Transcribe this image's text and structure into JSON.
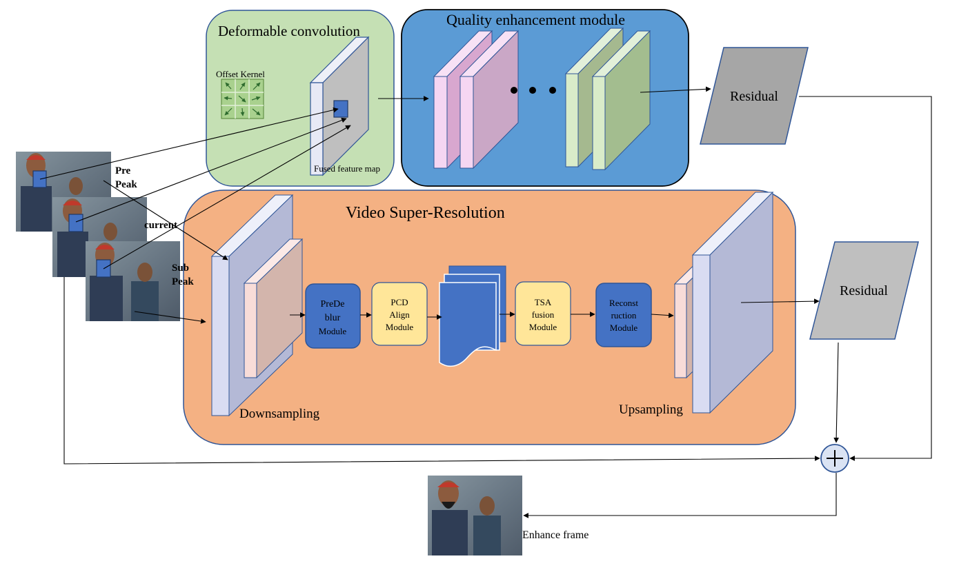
{
  "deformable": {
    "title": "Deformable convolution",
    "offset_kernel_label": "Offset Kernel",
    "fused_label": "Fused feature map"
  },
  "qe": {
    "title": "Quality enhancement module"
  },
  "residual_top": {
    "label": "Residual"
  },
  "residual_bottom": {
    "label": "Residual"
  },
  "vsr": {
    "title": "Video Super-Resolution",
    "downsampling_label": "Downsampling",
    "upsampling_label": "Upsampling",
    "modules": {
      "predeblur": [
        "PreDe",
        "blur",
        "Module"
      ],
      "pcd": [
        "PCD",
        "Align",
        "Module"
      ],
      "tsa": [
        "TSA",
        "fusion",
        "Module"
      ],
      "reconst": [
        "Reconst",
        "ruction",
        "Module"
      ]
    }
  },
  "frames": {
    "pre_peak": [
      "Pre",
      "Peak"
    ],
    "current": "current",
    "sub_peak": [
      "Sub",
      "Peak"
    ]
  },
  "output": {
    "label": "Enhance frame",
    "sum_symbol": "+"
  },
  "colors": {
    "deform_bg": "#c5e0b4",
    "qe_bg": "#5b9bd5",
    "vsr_bg": "#f4b183",
    "module_dark": "#4472c4",
    "module_light": "#ffe699",
    "residual": "#a6a6a6"
  },
  "icons": {
    "kernel_arrows": [
      "arrow-nw",
      "arrow-ne",
      "arrow-ne",
      "arrow-w",
      "arrow-se",
      "arrow-e",
      "arrow-sw",
      "arrow-s",
      "arrow-se"
    ],
    "dots": "ellipsis-icon",
    "sum": "circle-plus-icon"
  }
}
